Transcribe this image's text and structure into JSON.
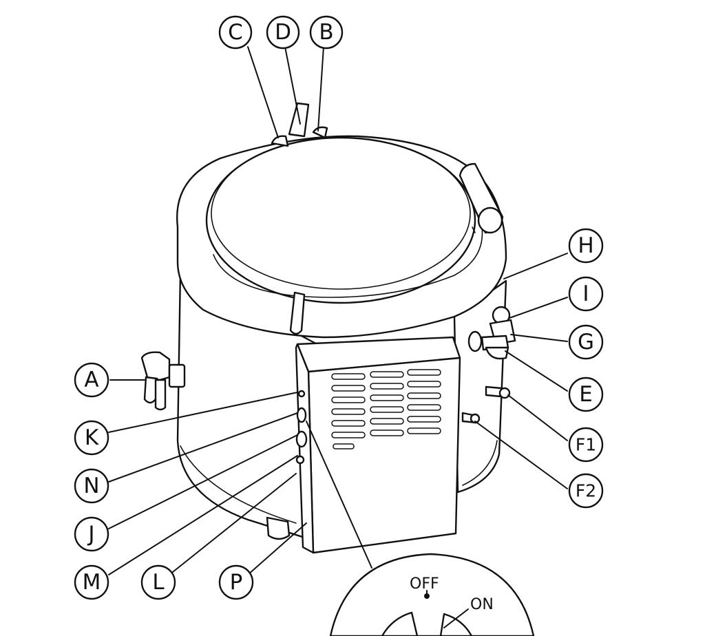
{
  "labels": {
    "A": "A",
    "B": "B",
    "C": "C",
    "D": "D",
    "E": "E",
    "F1": "F1",
    "F2": "F2",
    "G": "G",
    "H": "H",
    "I": "I",
    "J": "J",
    "K": "K",
    "L": "L",
    "M": "M",
    "N": "N",
    "P": "P"
  },
  "switch_detail": {
    "off_label": "OFF",
    "on_label": "ON"
  }
}
